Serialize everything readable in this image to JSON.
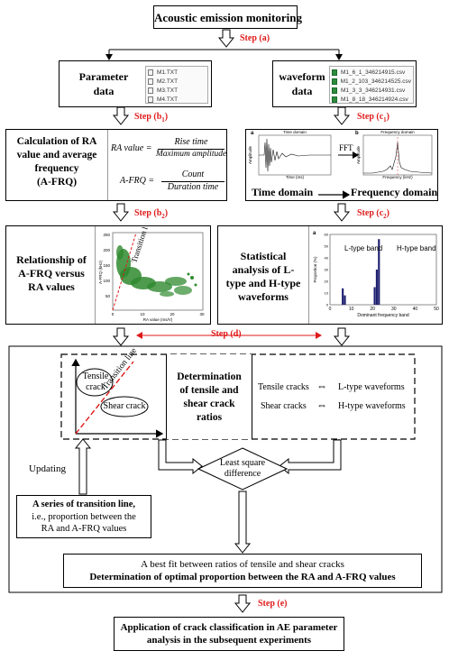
{
  "title": "Acoustic emission monitoring",
  "steps": {
    "a": "Step (a)",
    "b1": "Step (b",
    "b1_sub": "1",
    "c1": "Step (c",
    "c1_sub": "1",
    "b2": "Step (b",
    "b2_sub": "2",
    "c2": "Step (c",
    "c2_sub": "2",
    "d": "Step (d)",
    "e": "Step (e)"
  },
  "parameter": {
    "label_line1": "Parameter",
    "label_line2": "data",
    "files": [
      "M1.TXT",
      "M2.TXT",
      "M3.TXT",
      "M4.TXT"
    ]
  },
  "waveform": {
    "label_line1": "waveform",
    "label_line2": "data",
    "files": [
      "M1_6_1_346214915.csv",
      "M1_2_103_346214525.csv",
      "M1_3_3_346214931.csv",
      "M1_8_18_346214924.csv"
    ]
  },
  "calc": {
    "title_line1": "Calculation of RA",
    "title_line2": "value and average",
    "title_line3": "frequency",
    "title_line4": "(A-FRQ)",
    "ra_lhs": "RA value =",
    "ra_num": "Rise time",
    "ra_den": "Maximum amplitude",
    "afrq_lhs": "A-FRQ =",
    "afrq_num": "Count",
    "afrq_den": "Duration time"
  },
  "fft": {
    "panel_a": "a",
    "panel_b": "b",
    "title_a": "Time domain",
    "title_b": "Frequency domain",
    "xlabel_a": "Time (ms)",
    "xlabel_b": "Frequency (kHz)",
    "ylabel_a": "Amplitude",
    "ylabel_b": "Amplitude",
    "arrow": "FFT",
    "caption_left": "Time domain",
    "caption_right": "Frequency domain"
  },
  "relationship": {
    "line1": "Relationship of",
    "line2": "A-FRQ versus",
    "line3": "RA values",
    "chart_xlabel": "RA value (ms/V)",
    "chart_ylabel": "A-FRQ (kHz)",
    "transition": "Transition line",
    "yticks": [
      "250",
      "200",
      "150",
      "100",
      "50"
    ],
    "xticks": [
      "0",
      "10",
      "20",
      "30"
    ]
  },
  "statistical": {
    "line1": "Statistical",
    "line2": "analysis of L-",
    "line3": "type and H-type",
    "line4": "waveforms"
  },
  "chart_data": {
    "type": "bar",
    "panel": "a",
    "xlabel": "Dominant frequency band",
    "ylabel": "Proportion (%)",
    "annotations": [
      "L-type band",
      "H-type band"
    ],
    "x_ticks": [
      "0",
      "10",
      "20",
      "30",
      "40",
      "50"
    ],
    "y_ticks": [
      "0",
      "10",
      "20",
      "30",
      "40",
      "50",
      "60"
    ],
    "xlim": [
      0,
      50
    ],
    "ylim": [
      0,
      60
    ],
    "x": [
      6,
      7,
      21,
      22,
      23
    ],
    "values": [
      14,
      8,
      15,
      30,
      56
    ],
    "bar_color": "#1c1f6e"
  },
  "determination": {
    "tensile": "Tensile",
    "crack": "crack",
    "transition": "Transition line",
    "shear": "Shear crack",
    "title_line1": "Determination",
    "title_line2": "of tensile and",
    "title_line3": "shear crack",
    "title_line4": "ratios",
    "row1_left": "Tensile cracks",
    "row1_right": "L-type waveforms",
    "row2_left": "Shear cracks",
    "row2_right": "H-type waveforms"
  },
  "updating": "Updating",
  "least_square": {
    "line1": "Least square",
    "line2": "difference"
  },
  "series": {
    "line1": "A series of transition line,",
    "line2": "i.e., proportion between the",
    "line3": "RA and A-FRQ values"
  },
  "bestfit": {
    "line1": "A best fit between ratios of tensile and shear cracks",
    "line2": "Determination of optimal proportion between the RA and A-FRQ values"
  },
  "application": {
    "line1": "Application of crack classification in AE parameter",
    "line2": "analysis in the subsequent experiments"
  },
  "colors": {
    "red": "#e01a1a",
    "green": "#2e8b3e",
    "navy": "#1c1f6e"
  }
}
